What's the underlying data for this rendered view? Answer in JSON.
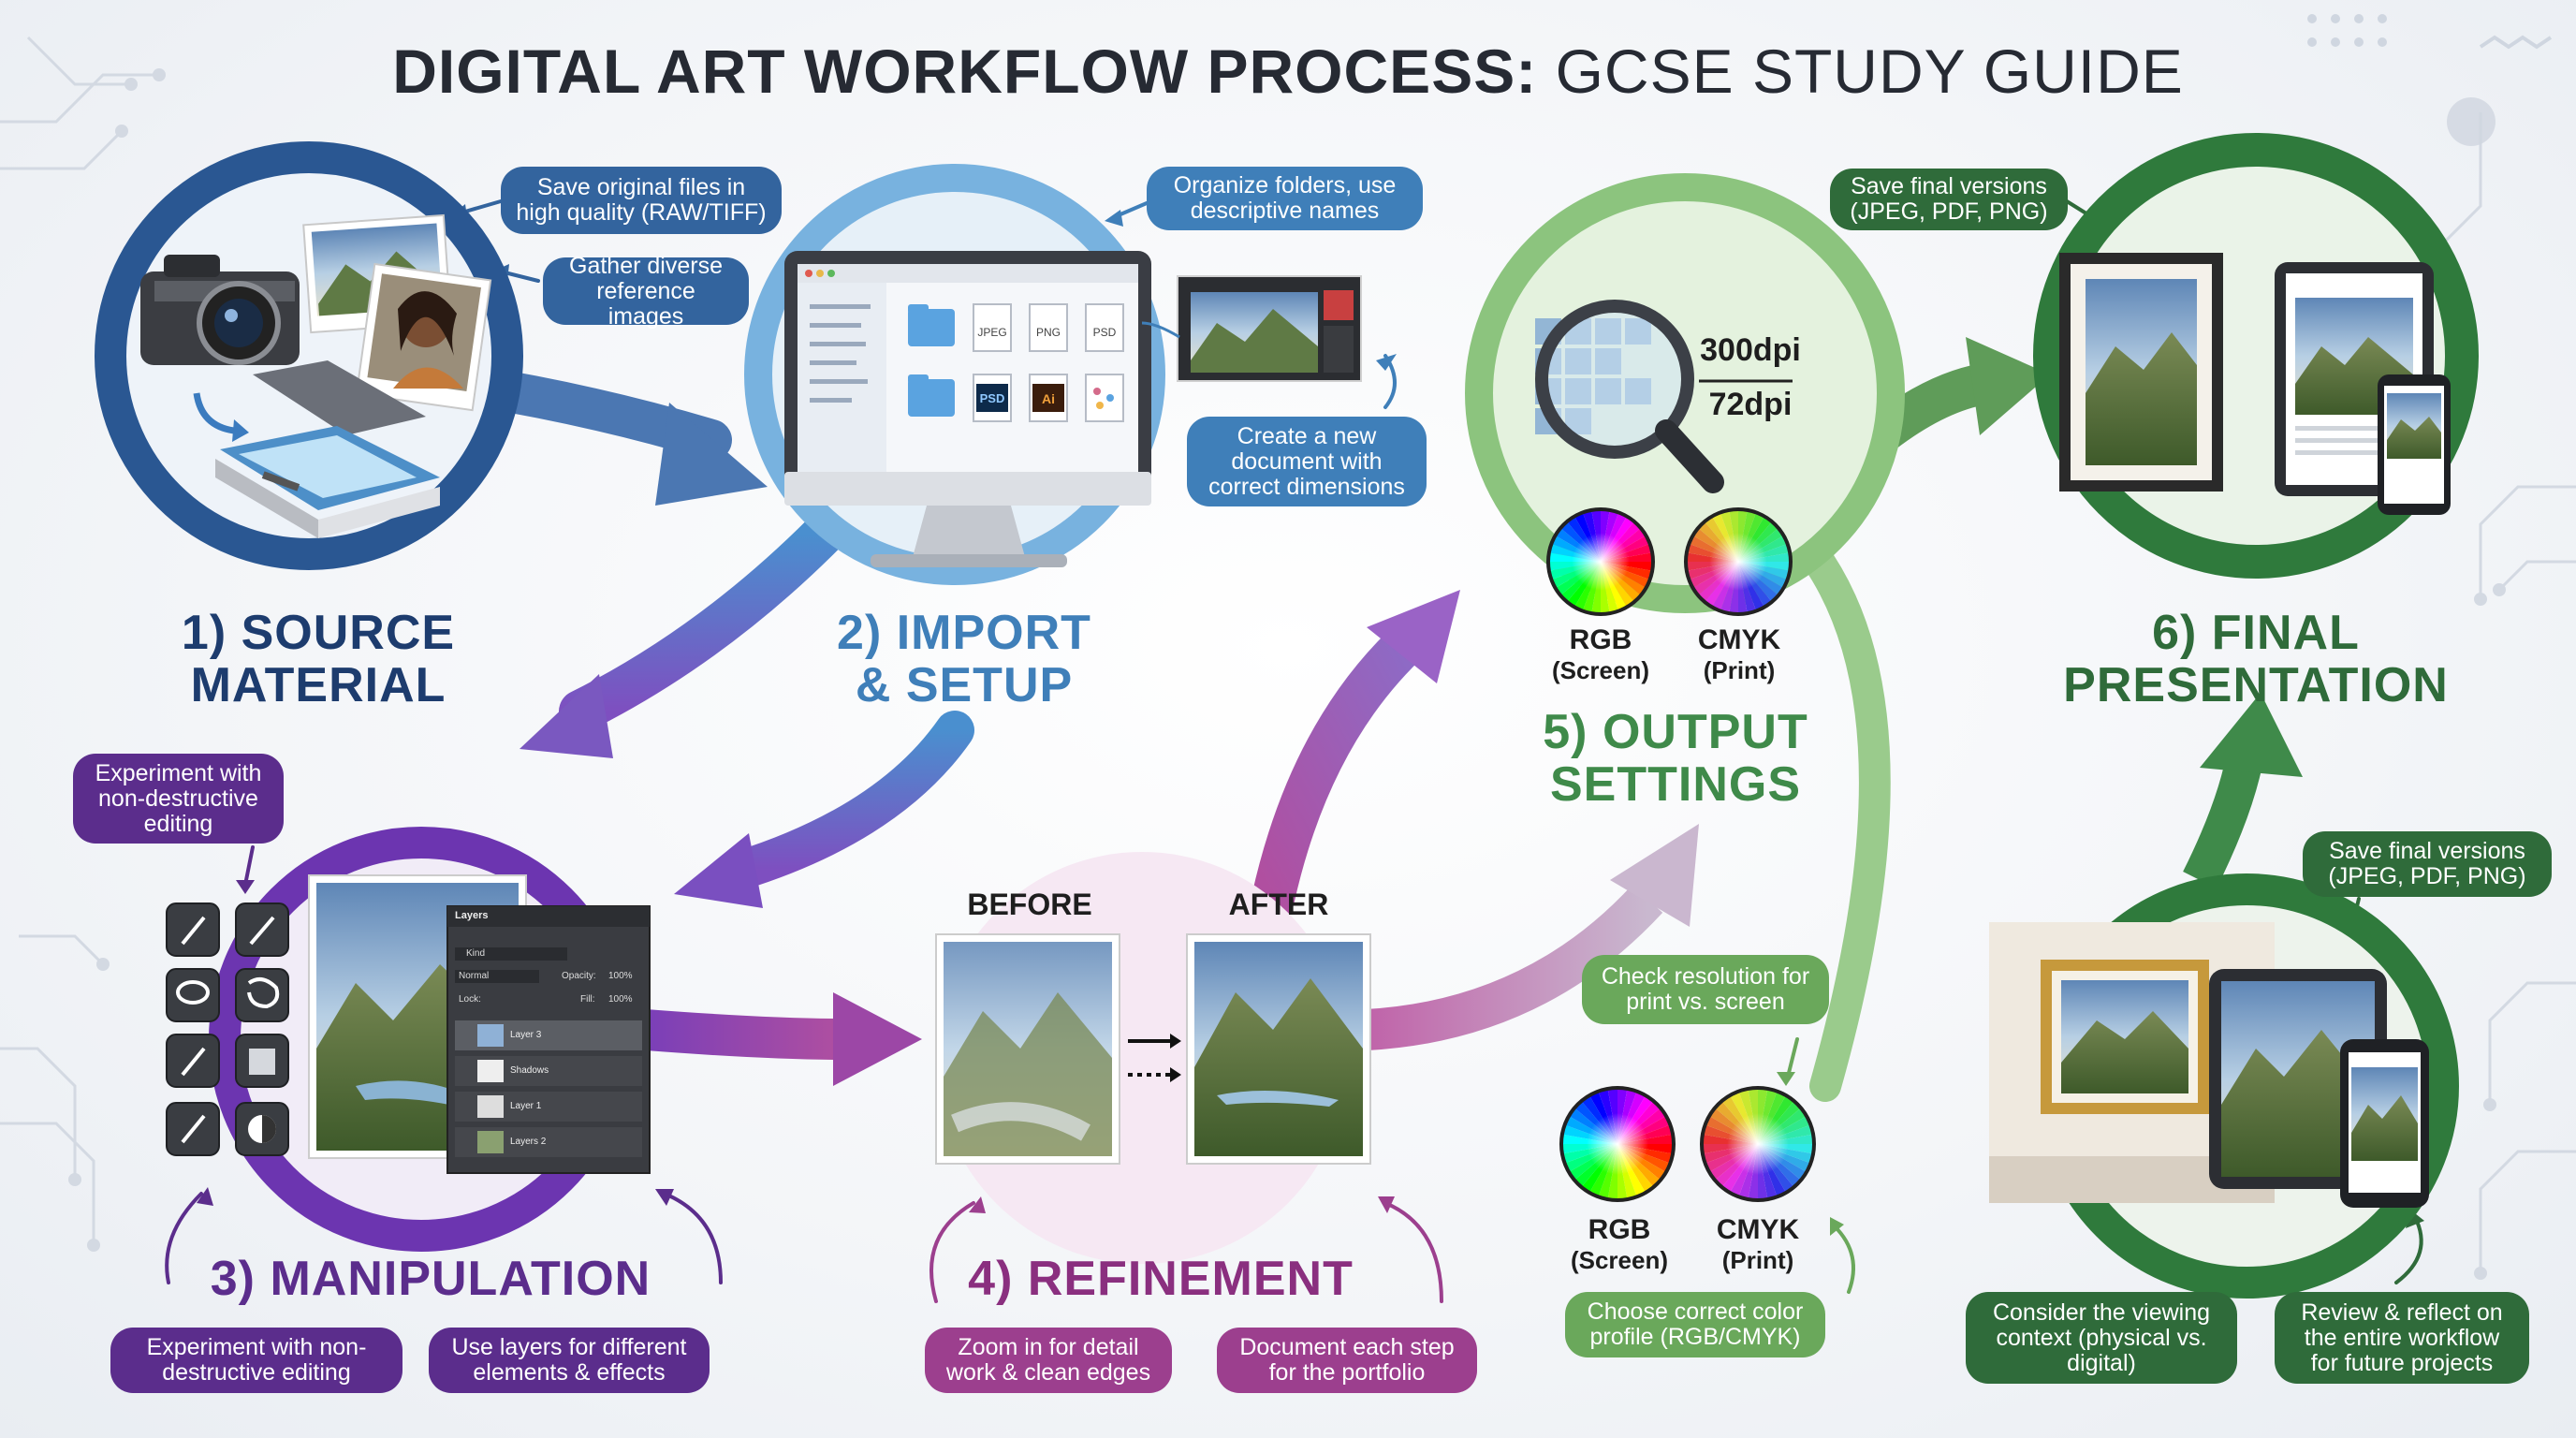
{
  "title": {
    "bold": "DIGITAL ART WORKFLOW PROCESS:",
    "light": "GCSE STUDY GUIDE"
  },
  "steps": [
    {
      "line1": "1) SOURCE",
      "line2": "MATERIAL"
    },
    {
      "line1": "2) IMPORT",
      "line2": "& SETUP"
    },
    {
      "line1": "3) MANIPULATION"
    },
    {
      "line1": "4) REFINEMENT"
    },
    {
      "line1": "5) OUTPUT",
      "line2": "SETTINGS"
    },
    {
      "line1": "6) FINAL",
      "line2": "PRESENTATION"
    }
  ],
  "callouts": {
    "save_original": "Save original files in high quality (RAW/TIFF)",
    "gather_reference": "Gather diverse reference images",
    "organize_folders": "Organize folders, use descriptive names",
    "create_document": "Create a new document with correct dimensions",
    "experiment_top": "Experiment with non-destructive editing",
    "experiment_bottom": "Experiment with non-destructive editing",
    "use_layers": "Use layers for different elements & effects",
    "zoom_detail": "Zoom in for detail work & clean edges",
    "document_step": "Document each step for the portfolio",
    "check_resolution": "Check resolution for print vs. screen",
    "choose_profile": "Choose correct color profile (RGB/CMYK)",
    "save_final_top": "Save final versions (JPEG, PDF, PNG)",
    "save_final_right": "Save final versions (JPEG, PDF, PNG)",
    "viewing_context": "Consider the viewing context (physical vs. digital)",
    "review_reflect": "Review & reflect on the entire workflow for future projects"
  },
  "output": {
    "dpi_high": "300dpi",
    "dpi_low": "72dpi",
    "rgb": "RGB",
    "rgb_sub": "(Screen)",
    "cmyk": "CMYK",
    "cmyk_sub": "(Print)"
  },
  "refinement": {
    "before": "BEFORE",
    "after": "AFTER"
  },
  "files": [
    "JPEG",
    "PNG",
    "PSD",
    "PSD",
    "Ai"
  ],
  "layers_panel": {
    "title": "Layers",
    "kind": "Kind",
    "blend": "Normal",
    "opacity_label": "Opacity:",
    "opacity": "100%",
    "lock_label": "Lock:",
    "fill_label": "Fill:",
    "fill": "100%",
    "rows": [
      "Layer 3",
      "Shadows",
      "Layer 1",
      "Layers 2"
    ]
  },
  "colors": {
    "blue": "#33649e",
    "purple": "#6a3fa8",
    "magenta": "#b04fa0",
    "green": "#3f8a4a",
    "light_green": "#8cc47e"
  }
}
